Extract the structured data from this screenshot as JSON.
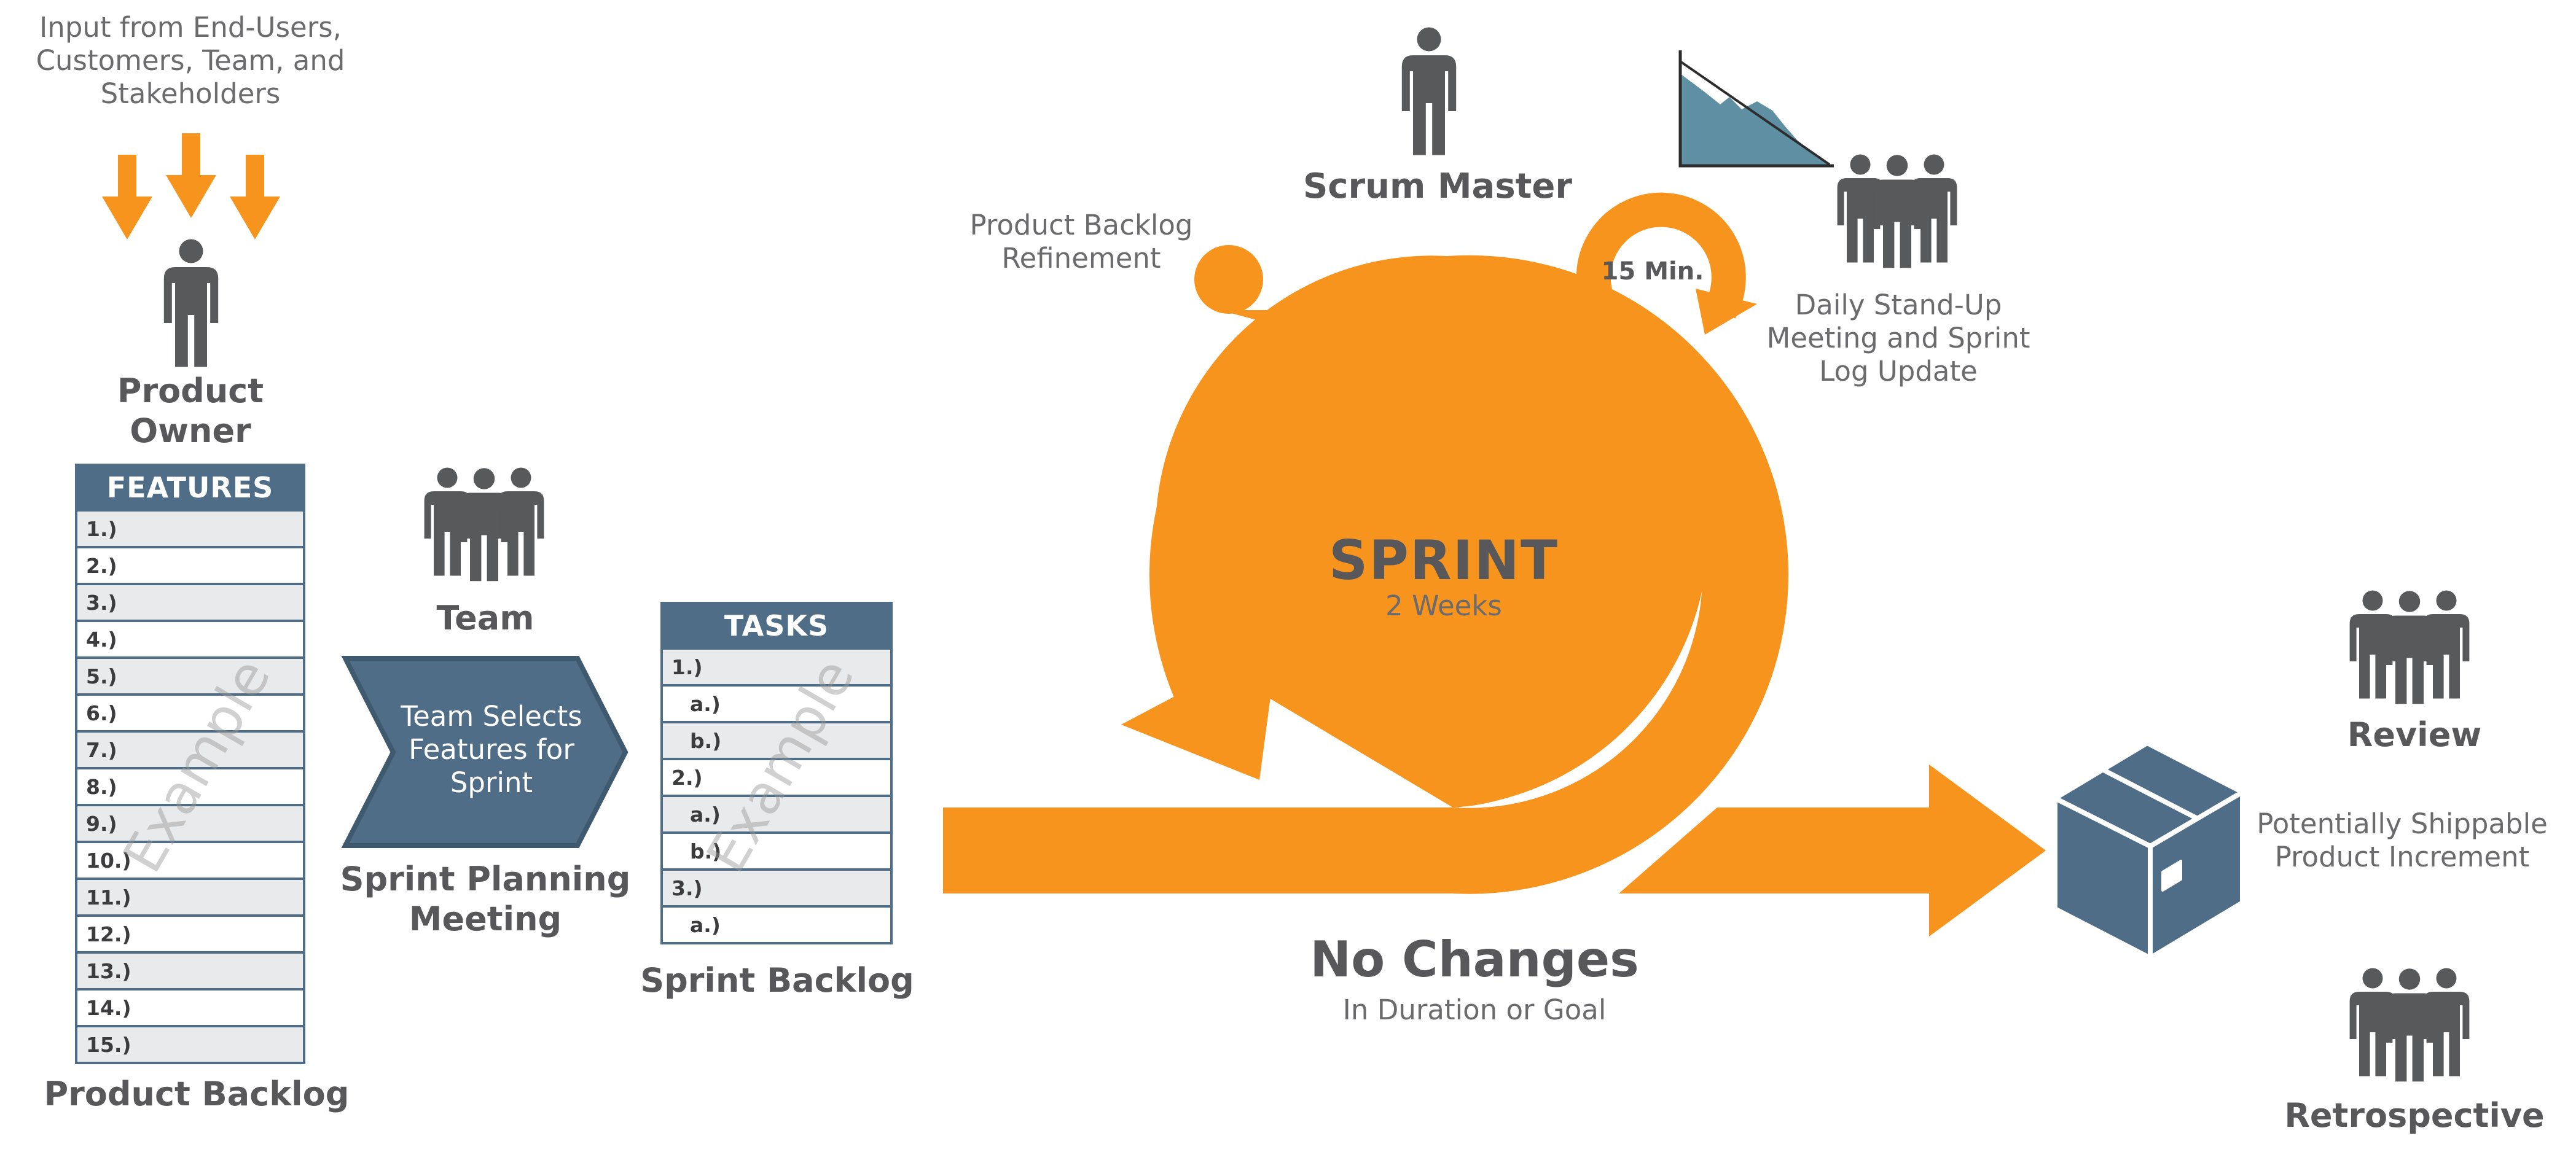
{
  "colors": {
    "orange": "#f7941e",
    "slate": "#4f6d86",
    "figure": "#58595b",
    "chart_fill": "#5f8fa3"
  },
  "input": {
    "line1": "Input from End-Users,",
    "line2": "Customers, Team, and",
    "line3": "Stakeholders"
  },
  "product_owner": {
    "line1": "Product",
    "line2": "Owner"
  },
  "features": {
    "header": "FEATURES",
    "items": [
      "1.)",
      "2.)",
      "3.)",
      "4.)",
      "5.)",
      "6.)",
      "7.)",
      "8.)",
      "9.)",
      "10.)",
      "11.)",
      "12.)",
      "13.)",
      "14.)",
      "15.)"
    ],
    "watermark": "Example"
  },
  "product_backlog": {
    "label": "Product Backlog"
  },
  "team": {
    "label": "Team"
  },
  "chevron": {
    "line1": "Team Selects",
    "line2": "Features for",
    "line3": "Sprint"
  },
  "sprint_planning": {
    "line1": "Sprint Planning",
    "line2": "Meeting"
  },
  "tasks": {
    "header": "TASKS",
    "items": [
      "1.)",
      "a.)",
      "b.)",
      "2.)",
      "a.)",
      "b.)",
      "3.)",
      "a.)"
    ],
    "watermark": "Example"
  },
  "sprint_backlog": {
    "label": "Sprint Backlog"
  },
  "refinement": {
    "line1": "Product Backlog",
    "line2": "Refinement"
  },
  "scrum_master": {
    "label": "Scrum Master"
  },
  "standup": {
    "minutes": "15 Min.",
    "line1": "Daily Stand-Up",
    "line2": "Meeting and Sprint",
    "line3": "Log Update"
  },
  "sprint": {
    "title": "SPRINT",
    "subtitle": "2 Weeks"
  },
  "no_changes": {
    "title": "No Changes",
    "subtitle": "In Duration or Goal"
  },
  "review": {
    "label": "Review"
  },
  "increment": {
    "line1": "Potentially Shippable",
    "line2": "Product Increment"
  },
  "retrospective": {
    "label": "Retrospective"
  }
}
